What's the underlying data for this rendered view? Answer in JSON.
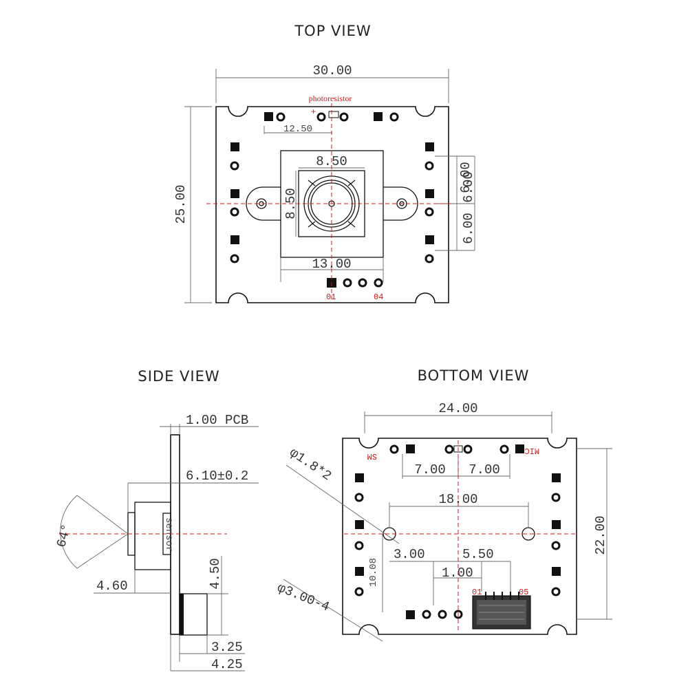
{
  "titles": {
    "top": "TOP VIEW",
    "side": "SIDE VIEW",
    "bottom": "BOTTOM  VIEW"
  },
  "top_view": {
    "width": "30.00",
    "height": "25.00",
    "photoresistor": "photoresistor",
    "offset": "12.50",
    "lens_w": "8.50",
    "lens_h": "8.50",
    "holder_w": "13.00",
    "pitch_a": "6.00",
    "pitch_b": "6.00",
    "pitch_c": "6.00",
    "pin_first": "01",
    "pin_last": "04"
  },
  "side_view": {
    "pcb": "1.00 PCB",
    "height": "6.10±0.2",
    "angle": "64°",
    "lens_d": "4.60",
    "conn_h": "4.50",
    "d1": "3.25",
    "d2": "4.25",
    "sensor": "sensor"
  },
  "bottom_view": {
    "width": "24.00",
    "height": "22.00",
    "hole_small": "φ1.8*2",
    "hole_large": "φ3.00-4",
    "pitch_l": "7.00",
    "pitch_r": "7.00",
    "span": "18.00",
    "x1": "3.00",
    "x2": "5.50",
    "x3": "1.00",
    "y1": "10.08",
    "conn_first": "01",
    "conn_last": "05",
    "label_left": "SM",
    "label_right": "MIC"
  }
}
